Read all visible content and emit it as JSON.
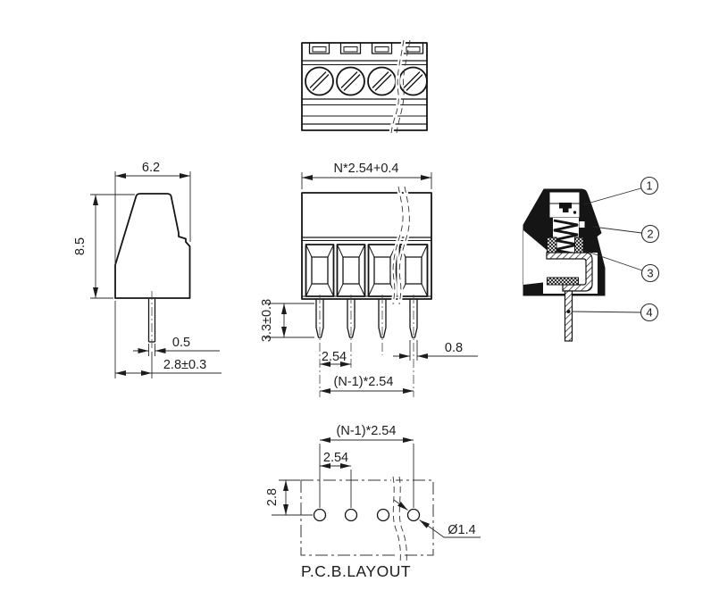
{
  "views": {
    "side_view": {
      "dim_width": "6.2",
      "dim_height": "8.5",
      "dim_pin_width": "0.5",
      "dim_pin_offset": "2.8±0.3"
    },
    "front_view": {
      "dim_total_width": "N*2.54+0.4",
      "dim_pin_length": "3.3±0.3",
      "dim_pitch": "2.54",
      "dim_pin_width": "0.8",
      "dim_span": "(N-1)*2.54"
    },
    "section_view": {
      "callouts": [
        "1",
        "2",
        "3",
        "4"
      ]
    },
    "pcb_layout": {
      "label": "P.C.B.LAYOUT",
      "dim_span": "(N-1)*2.54",
      "dim_pitch": "2.54",
      "dim_row": "2.8",
      "dim_hole": "Ø1.4"
    }
  }
}
